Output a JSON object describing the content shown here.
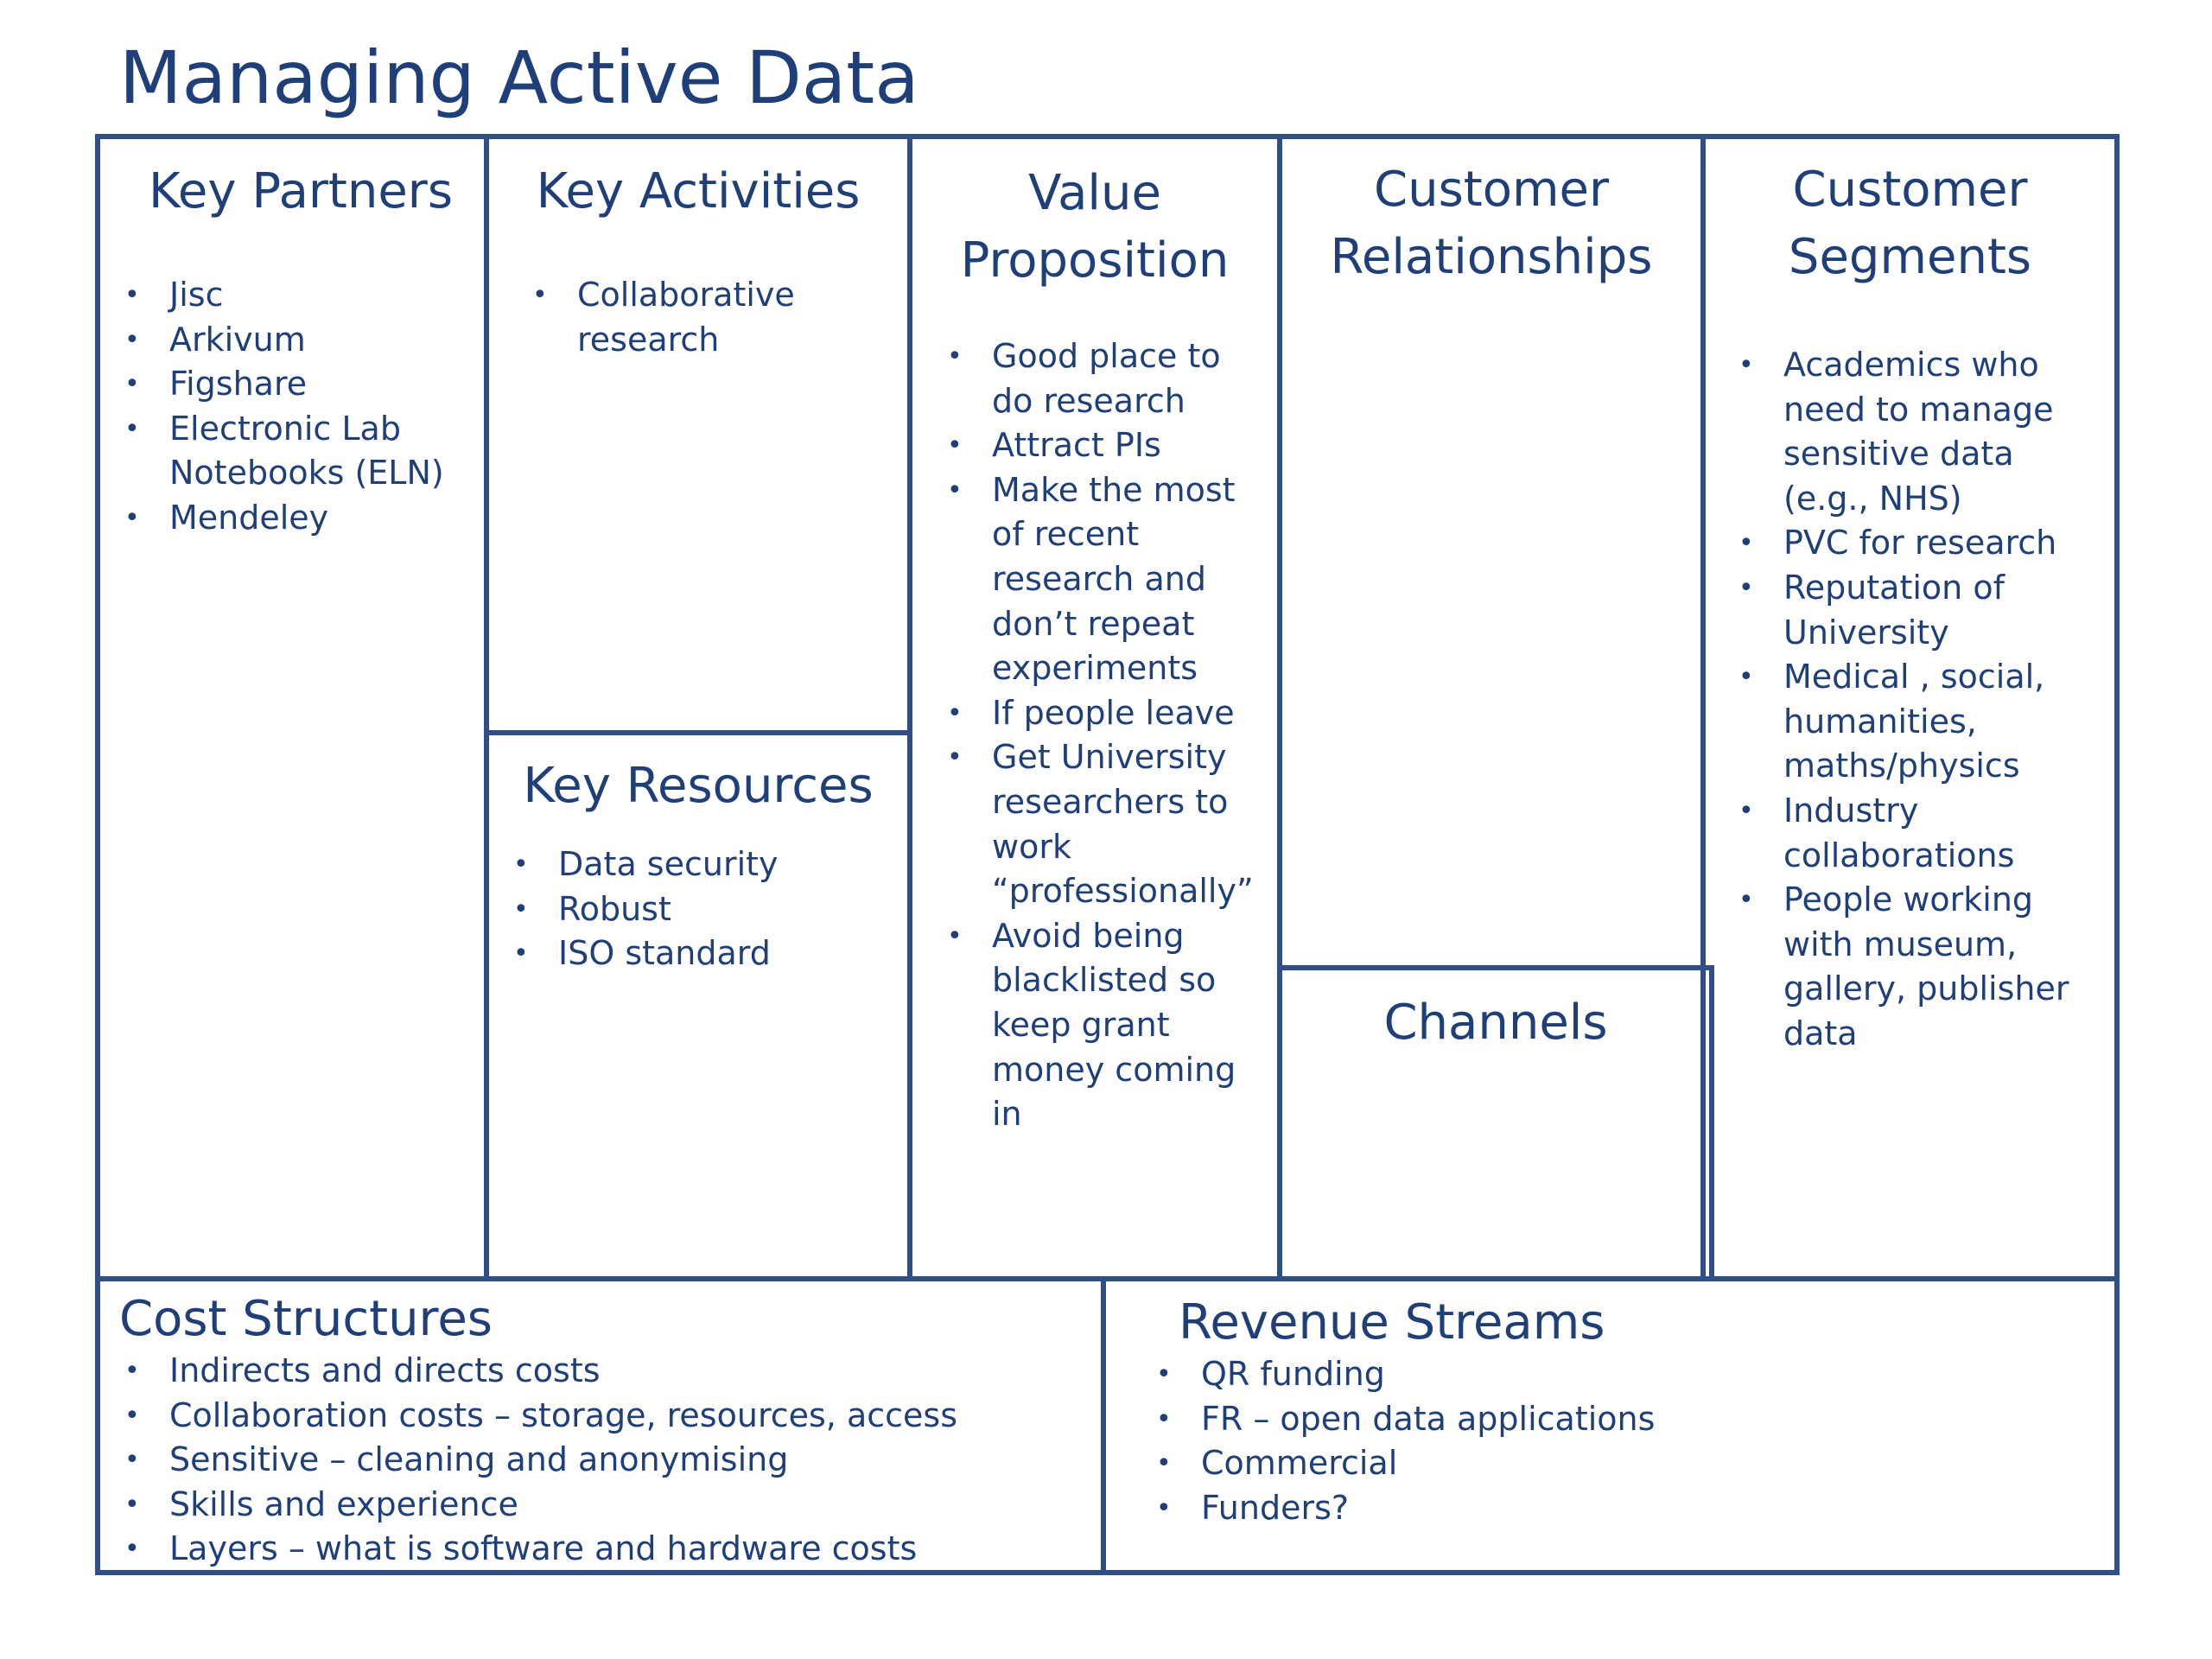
{
  "title": "Managing Active Data",
  "sections": {
    "key_partners": {
      "heading": "Key Partners",
      "items": [
        "Jisc",
        "Arkivum",
        "Figshare",
        "Electronic Lab Notebooks (ELN)",
        "Mendeley"
      ]
    },
    "key_activities": {
      "heading": "Key Activities",
      "items": [
        "Collaborative research"
      ]
    },
    "key_resources": {
      "heading": "Key Resources",
      "items": [
        "Data security",
        "Robust",
        "ISO standard"
      ]
    },
    "value_proposition": {
      "heading_line1": "Value",
      "heading_line2": "Proposition",
      "items": [
        "Good place to do research",
        "Attract PIs",
        "Make the most of recent research and don’t repeat experiments",
        "If people leave",
        "Get University researchers to work “professionally”",
        "Avoid being blacklisted so keep grant money coming in"
      ]
    },
    "customer_relationships": {
      "heading_line1": "Customer",
      "heading_line2": "Relationships"
    },
    "channels": {
      "heading": "Channels"
    },
    "customer_segments": {
      "heading_line1": "Customer",
      "heading_line2": "Segments",
      "items": [
        "Academics who need to manage sensitive data (e.g., NHS)",
        "PVC for research",
        "Reputation of University",
        "Medical , social, humanities, maths/physics",
        "Industry collaborations",
        "People working with museum, gallery, publisher data"
      ]
    },
    "cost_structures": {
      "heading": "Cost Structures",
      "items": [
        "Indirects and directs costs",
        "Collaboration costs – storage, resources, access",
        "Sensitive – cleaning and anonymising",
        "Skills and experience",
        "Layers – what is software and hardware costs"
      ]
    },
    "revenue_streams": {
      "heading": "Revenue Streams",
      "items": [
        "QR funding",
        "FR – open data applications",
        "Commercial",
        "Funders?"
      ]
    }
  },
  "colors": {
    "text": "#1f3f7a",
    "border": "#2e4f88",
    "background": "#ffffff"
  }
}
